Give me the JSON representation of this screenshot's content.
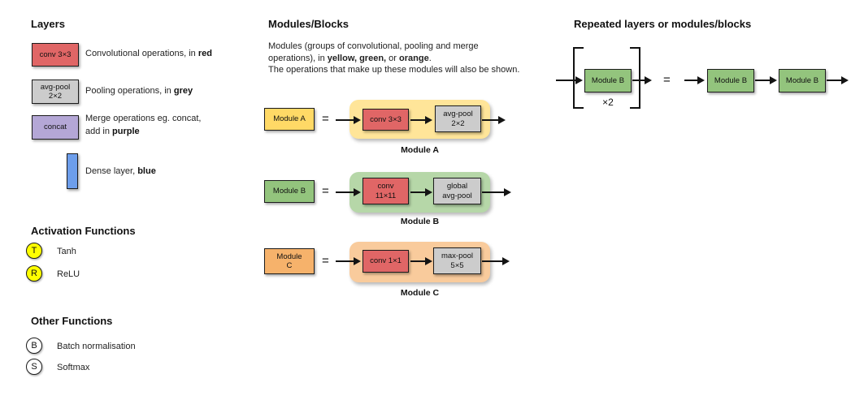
{
  "colors": {
    "conv_red": "#e06666",
    "pool_grey": "#cccccc",
    "merge_purple": "#b4a7d6",
    "dense_blue": "#6d9eeb",
    "module_yellow": "#ffd966",
    "group_yellow": "#ffe599",
    "module_green": "#93c47d",
    "group_green": "#b6d7a8",
    "module_orange": "#f6b26b",
    "group_orange": "#f9cb9c",
    "activation_circle_yellow": "#ffff00",
    "other_circle_white": "#ffffff"
  },
  "layers": {
    "heading": "Layers",
    "conv": {
      "label": "conv 3×3",
      "desc": "Convolutional operations, in ",
      "desc_bold": "red"
    },
    "pool": {
      "label_line1": "avg-pool",
      "label_line2": "2×2",
      "desc": "Pooling operations, in ",
      "desc_bold": "grey"
    },
    "merge": {
      "label": "concat",
      "desc_line1": "Merge operations eg. concat,",
      "desc_line2_prefix": "add in ",
      "desc_bold": "purple"
    },
    "dense": {
      "desc": "Dense layer, ",
      "desc_bold": "blue"
    }
  },
  "activation_functions": {
    "heading": "Activation Functions",
    "items": [
      {
        "symbol": "T",
        "label": "Tanh"
      },
      {
        "symbol": "R",
        "label": "ReLU"
      }
    ]
  },
  "other_functions": {
    "heading": "Other Functions",
    "items": [
      {
        "symbol": "B",
        "label": "Batch normalisation"
      },
      {
        "symbol": "S",
        "label": "Softmax"
      }
    ]
  },
  "modules": {
    "heading": "Modules/Blocks",
    "desc": {
      "p1": "Modules (groups of convolutional, pooling and merge operations), in ",
      "b1": "yellow, green,",
      "p2": " or ",
      "b2": "orange",
      "p3": ".",
      "line2": "The operations that make up these modules will also be shown."
    },
    "equals": "=",
    "rows": [
      {
        "chip": "Module A",
        "caption": "Module A",
        "op1": "conv 3×3",
        "op2_line1": "avg-pool",
        "op2_line2": "2×2"
      },
      {
        "chip": "Module B",
        "caption": "Module B",
        "op1_line1": "conv",
        "op1_line2": "11×11",
        "op2_line1": "global",
        "op2_line2": "avg-pool"
      },
      {
        "chip_line1": "Module",
        "chip_line2": "C",
        "caption": "Module C",
        "op1": "conv 1×1",
        "op2_line1": "max-pool",
        "op2_line2": "5×5"
      }
    ]
  },
  "repeated": {
    "heading": "Repeated layers or modules/blocks",
    "bracket_box": "Module B",
    "multiplier": "×2",
    "equals": "=",
    "chain": [
      "Module B",
      "Module B"
    ]
  }
}
